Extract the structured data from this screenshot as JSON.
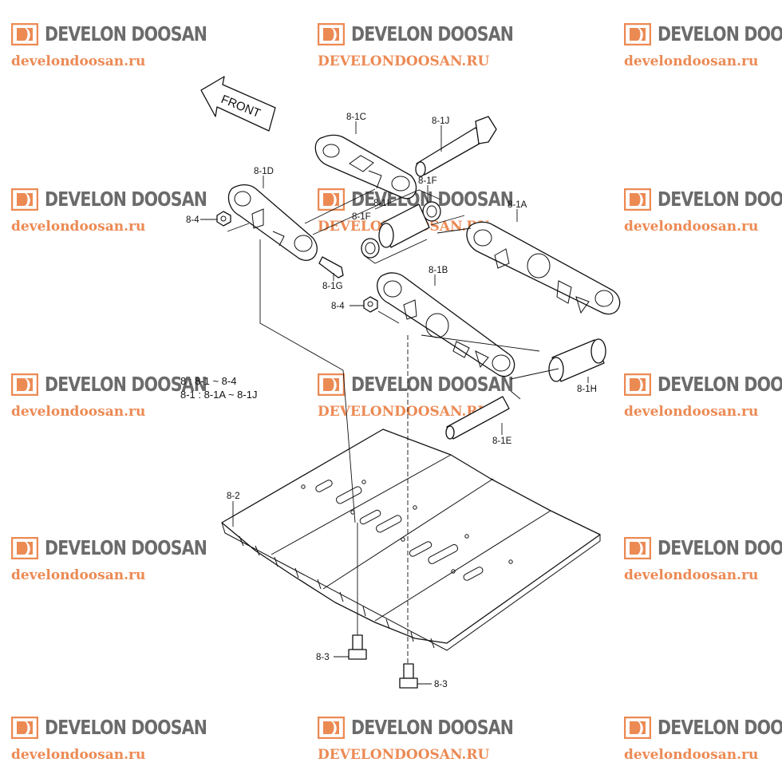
{
  "watermark": {
    "brand": "DEVELON DOOSAN",
    "url_lower": "develondoosan.ru",
    "url_upper": "DEVELONDOOSAN.RU",
    "brand_color": "#6b6b6b",
    "url_color": "#ec8a54",
    "logo_color": "#ec8a54"
  },
  "diagram": {
    "direction_label": "FRONT",
    "notes": [
      "8 : 8-1 ~ 8-4",
      "8-1 : 8-1A ~ 8-1J"
    ],
    "callouts": {
      "c_8_1C": "8-1C",
      "c_8_1J": "8-1J",
      "c_8_1D": "8-1D",
      "c_8_1F_top": "8-1F",
      "c_8_1I": "8-1I",
      "c_8_1F": "8-1F",
      "c_8_1A": "8-1A",
      "c_8_4_top": "8-4",
      "c_8_1G": "8-1G",
      "c_8_1B": "8-1B",
      "c_8_4": "8-4",
      "c_8_1H": "8-1H",
      "c_8_1E": "8-1E",
      "c_8_2": "8-2",
      "c_8_3_left": "8-3",
      "c_8_3_right": "8-3"
    }
  }
}
